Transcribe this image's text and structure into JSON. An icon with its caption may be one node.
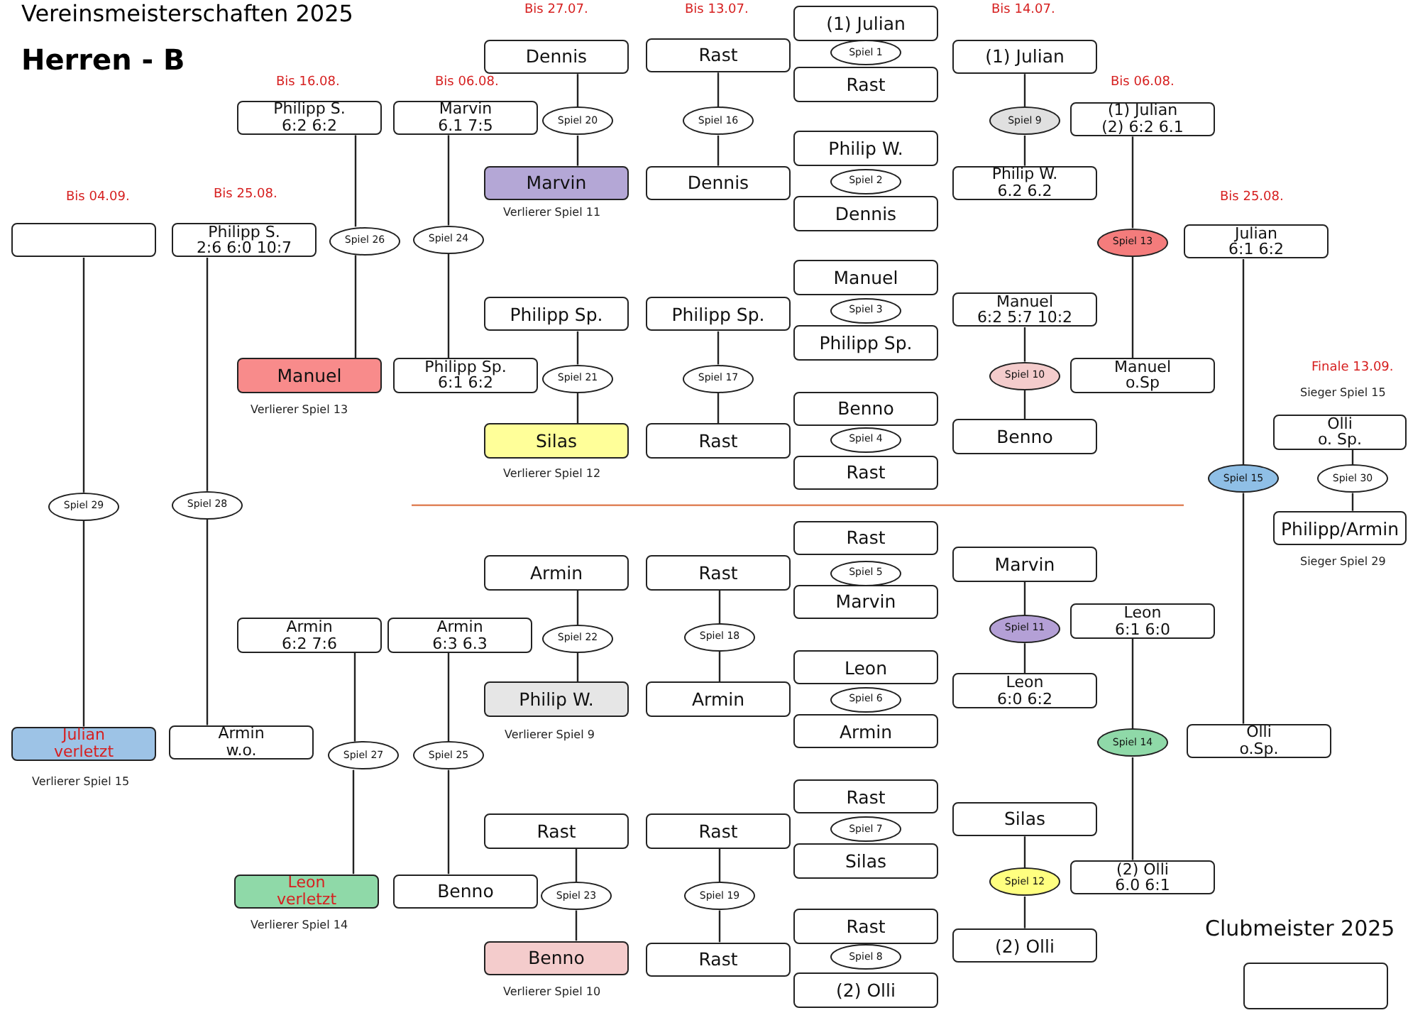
{
  "diagram": {
    "title": "Vereinsmeisterschaften 2025",
    "nodes": [
      {
        "text": [],
        "shape": "box"
      },
      {
        "text": [
          "Julian",
          "verletzt"
        ]
      },
      {
        "text": [
          "Philipp S.",
          "2:6 6:0 10:7"
        ]
      },
      {
        "text": [
          "Armin",
          "w.o."
        ]
      },
      {
        "text": [
          "Philipp S.",
          "6:2 6:2"
        ]
      },
      {
        "text": [
          "Manuel"
        ]
      },
      {
        "text": [
          "Armin",
          "6:2 7:6"
        ]
      },
      {
        "text": [
          "Leon",
          "verletzt"
        ]
      },
      {
        "text": [
          "Marvin",
          "6.1 7:5"
        ]
      },
      {
        "text": [
          "Philipp Sp.",
          "6:1 6:2"
        ]
      },
      {
        "text": [
          "Armin",
          "6:3 6.3"
        ]
      },
      {
        "text": [
          "Benno"
        ]
      },
      {
        "text": [
          "Dennis"
        ]
      },
      {
        "text": [
          "Marvin"
        ]
      },
      {
        "text": [
          "Philipp Sp."
        ]
      },
      {
        "text": [
          "Silas"
        ]
      },
      {
        "text": [
          "Armin"
        ]
      },
      {
        "text": [
          "Philip W."
        ]
      },
      {
        "text": [
          "Rast"
        ]
      },
      {
        "text": [
          "Benno"
        ]
      },
      {
        "text": [
          "Rast"
        ]
      },
      {
        "text": [
          "Dennis"
        ]
      },
      {
        "text": [
          "Philipp Sp."
        ]
      },
      {
        "text": [
          "Rast"
        ]
      },
      {
        "text": [
          "Rast"
        ]
      },
      {
        "text": [
          "Armin"
        ]
      },
      {
        "text": [
          "Rast"
        ]
      },
      {
        "text": [
          "Rast"
        ]
      },
      {
        "text": [
          "(1) Julian"
        ]
      },
      {
        "text": [
          "Rast"
        ]
      },
      {
        "text": [
          "Philip W."
        ]
      },
      {
        "text": [
          "Dennis"
        ]
      },
      {
        "text": [
          "Manuel"
        ]
      },
      {
        "text": [
          "Philipp Sp."
        ]
      },
      {
        "text": [
          "Benno"
        ]
      },
      {
        "text": [
          "Rast"
        ]
      },
      {
        "text": [
          "Rast"
        ]
      },
      {
        "text": [
          "Marvin"
        ]
      },
      {
        "text": [
          "Leon"
        ]
      },
      {
        "text": [
          "Armin"
        ]
      },
      {
        "text": [
          "Rast"
        ]
      },
      {
        "text": [
          "Silas"
        ]
      },
      {
        "text": [
          "Rast"
        ]
      },
      {
        "text": [
          "(2) Olli"
        ]
      },
      {
        "text": [
          "Spiel 1"
        ]
      },
      {
        "text": [
          "Spiel 2"
        ]
      },
      {
        "text": [
          "Spiel 3"
        ]
      },
      {
        "text": [
          "Spiel 4"
        ]
      },
      {
        "text": [
          "Spiel 5"
        ]
      },
      {
        "text": [
          "Spiel 6"
        ]
      },
      {
        "text": [
          "Spiel 7"
        ]
      },
      {
        "text": [
          "Spiel 8"
        ]
      },
      {
        "text": [
          "(1) Julian"
        ]
      },
      {
        "text": [
          "Philip W.",
          "6.2 6.2"
        ]
      },
      {
        "text": [
          "Manuel",
          "6:2 5:7 10:2"
        ]
      },
      {
        "text": [
          "Benno"
        ]
      },
      {
        "text": [
          "Marvin"
        ]
      },
      {
        "text": [
          "Leon",
          "6:0 6:2"
        ]
      },
      {
        "text": [
          "Silas"
        ]
      },
      {
        "text": [
          "(2) Olli"
        ]
      },
      {
        "text": [
          "(1) Julian",
          "(2) 6:2 6.1"
        ]
      },
      {
        "text": [
          "Manuel",
          "o.Sp"
        ]
      },
      {
        "text": [
          "Leon",
          "6:1 6:0"
        ]
      },
      {
        "text": [
          "(2) Olli",
          "6.0 6:1"
        ]
      },
      {
        "text": [
          "Julian",
          "6:1 6:2"
        ]
      },
      {
        "text": [
          "Olli",
          "o.Sp."
        ]
      },
      {
        "text": [
          "Olli",
          "o. Sp."
        ]
      },
      {
        "text": [
          "Philipp/Armin"
        ]
      },
      {
        "text": [],
        "shape": "box"
      },
      {
        "text": [
          "Spiel 20"
        ]
      },
      {
        "text": [
          "Spiel 16"
        ]
      },
      {
        "text": [
          "Spiel 9"
        ]
      },
      {
        "text": [
          "Spiel 13"
        ]
      },
      {
        "text": [
          "Spiel 26"
        ]
      },
      {
        "text": [
          "Spiel 24"
        ]
      },
      {
        "text": [
          "Spiel 21"
        ]
      },
      {
        "text": [
          "Spiel 17"
        ]
      },
      {
        "text": [
          "Spiel 10"
        ]
      },
      {
        "text": [
          "Spiel 15"
        ]
      },
      {
        "text": [
          "Spiel 30"
        ]
      },
      {
        "text": [
          "Spiel 29"
        ]
      },
      {
        "text": [
          "Spiel 28"
        ]
      },
      {
        "text": [
          "Spiel 22"
        ]
      },
      {
        "text": [
          "Spiel 18"
        ]
      },
      {
        "text": [
          "Spiel 11"
        ]
      },
      {
        "text": [
          "Spiel 14"
        ]
      },
      {
        "text": [
          "Spiel 27"
        ]
      },
      {
        "text": [
          "Spiel 25"
        ]
      },
      {
        "text": [
          "Spiel 23"
        ]
      },
      {
        "text": [
          "Spiel 19"
        ]
      },
      {
        "text": [
          "Spiel 12"
        ]
      }
    ],
    "edges": [
      {
        "from": 12,
        "to": 69,
        "arrow": "none"
      },
      {
        "from": 69,
        "to": 13,
        "arrow": "none"
      },
      {
        "from": 20,
        "to": 70,
        "arrow": "none"
      },
      {
        "from": 70,
        "to": 21,
        "arrow": "none"
      },
      {
        "from": 52,
        "to": 71,
        "arrow": "none"
      },
      {
        "from": 71,
        "to": 53,
        "arrow": "none"
      },
      {
        "from": 60,
        "to": 72,
        "arrow": "none"
      },
      {
        "from": 72,
        "to": 61,
        "arrow": "none"
      },
      {
        "from": 4,
        "to": 73,
        "arrow": "none"
      },
      {
        "from": 73,
        "to": 5,
        "arrow": "none"
      },
      {
        "from": 8,
        "to": 74,
        "arrow": "none"
      },
      {
        "from": 74,
        "to": 9,
        "arrow": "none"
      },
      {
        "from": 14,
        "to": 75,
        "arrow": "none"
      },
      {
        "from": 75,
        "to": 15,
        "arrow": "none"
      },
      {
        "from": 22,
        "to": 76,
        "arrow": "none"
      },
      {
        "from": 76,
        "to": 23,
        "arrow": "none"
      },
      {
        "from": 54,
        "to": 77,
        "arrow": "none"
      },
      {
        "from": 77,
        "to": 55,
        "arrow": "none"
      },
      {
        "from": 64,
        "to": 78,
        "arrow": "none"
      },
      {
        "from": 78,
        "to": 65,
        "arrow": "none"
      },
      {
        "from": 66,
        "to": 79,
        "arrow": "none"
      },
      {
        "from": 79,
        "to": 67,
        "arrow": "none"
      },
      {
        "from": 0,
        "to": 80,
        "arrow": "none"
      },
      {
        "from": 80,
        "to": 1,
        "arrow": "none"
      },
      {
        "from": 2,
        "to": 81,
        "arrow": "none"
      },
      {
        "from": 81,
        "to": 3,
        "arrow": "none"
      },
      {
        "from": 16,
        "to": 82,
        "arrow": "none"
      },
      {
        "from": 82,
        "to": 17,
        "arrow": "none"
      },
      {
        "from": 24,
        "to": 83,
        "arrow": "none"
      },
      {
        "from": 83,
        "to": 25,
        "arrow": "none"
      },
      {
        "from": 56,
        "to": 84,
        "arrow": "none"
      },
      {
        "from": 84,
        "to": 57,
        "arrow": "none"
      },
      {
        "from": 62,
        "to": 85,
        "arrow": "none"
      },
      {
        "from": 85,
        "to": 63,
        "arrow": "none"
      },
      {
        "from": 6,
        "to": 86,
        "arrow": "none"
      },
      {
        "from": 86,
        "to": 7,
        "arrow": "none"
      },
      {
        "from": 10,
        "to": 87,
        "arrow": "none"
      },
      {
        "from": 87,
        "to": 11,
        "arrow": "none"
      },
      {
        "from": 18,
        "to": 88,
        "arrow": "none"
      },
      {
        "from": 88,
        "to": 19,
        "arrow": "none"
      },
      {
        "from": 26,
        "to": 89,
        "arrow": "none"
      },
      {
        "from": 89,
        "to": 27,
        "arrow": "none"
      },
      {
        "from": 58,
        "to": 90,
        "arrow": "none"
      },
      {
        "from": 90,
        "to": 59,
        "arrow": "none"
      }
    ],
    "labels": [
      "Herren - B",
      "Bis 27.07.",
      "Bis 13.07.",
      "Bis 14.07.",
      "Bis 16.08.",
      "Bis 06.08.",
      "Bis 06.08.",
      "Bis 04.09.",
      "Bis 25.08.",
      "Bis 25.08.",
      "Verlierer Spiel 11",
      "Verlierer Spiel 13",
      "Verlierer Spiel 12",
      "Finale 13.09.",
      "Sieger Spiel 15",
      "Sieger Spiel 29",
      "Verlierer Spiel 9",
      "Verlierer Spiel 15",
      "Verlierer Spiel 14",
      "Verlierer Spiel 10",
      "Clubmeister 2025"
    ]
  }
}
